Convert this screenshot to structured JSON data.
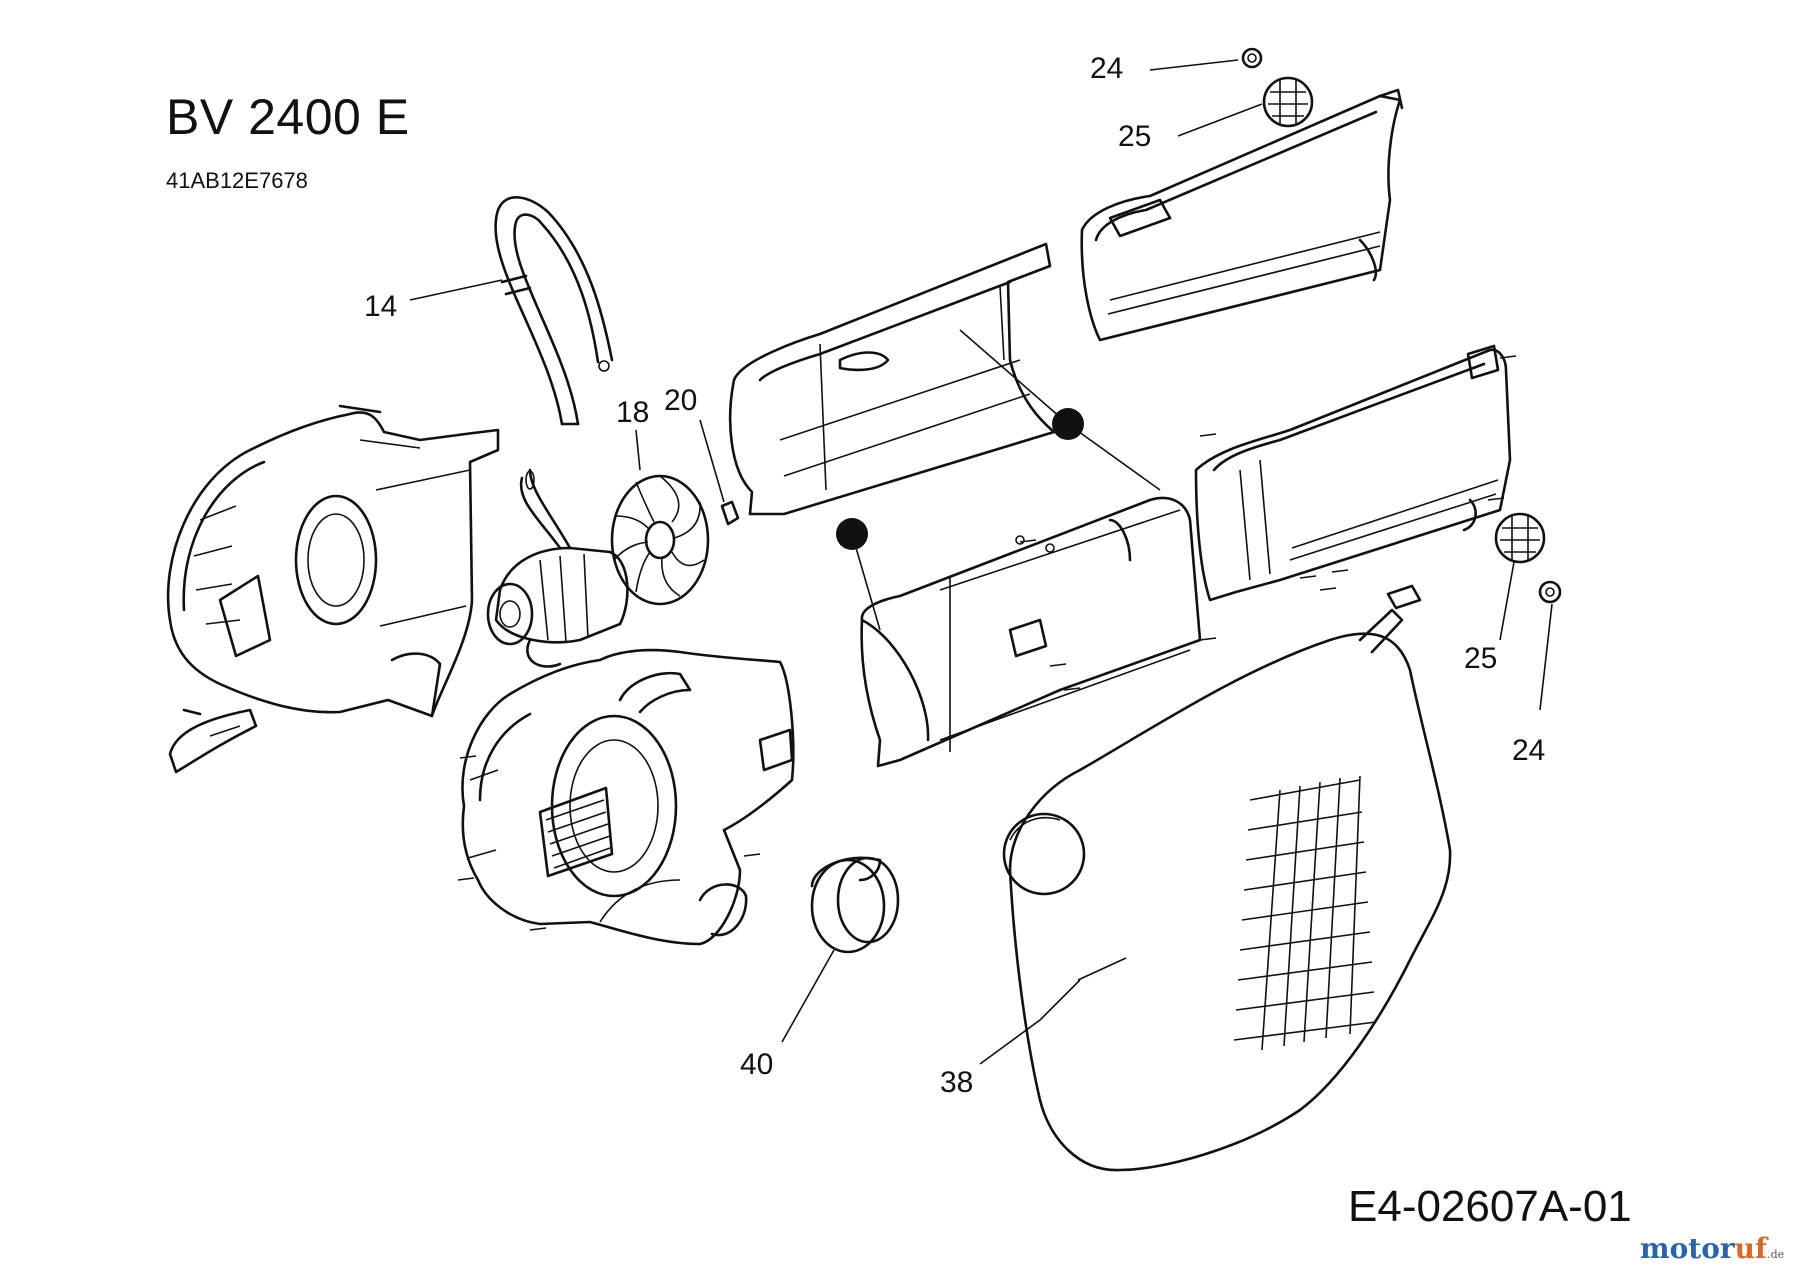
{
  "diagram": {
    "title": "BV 2400 E",
    "model_number": "41AB12E7678",
    "drawing_code": "E4-02607A-01",
    "brand": {
      "part1": "motor",
      "part2": "uf",
      "suffix": ".de"
    }
  },
  "part_labels": [
    {
      "id": "p24a",
      "text": "24"
    },
    {
      "id": "p25a",
      "text": "25"
    },
    {
      "id": "p14",
      "text": "14"
    },
    {
      "id": "p18",
      "text": "18"
    },
    {
      "id": "p20",
      "text": "20"
    },
    {
      "id": "p25b",
      "text": "25"
    },
    {
      "id": "p24b",
      "text": "24"
    },
    {
      "id": "p40",
      "text": "40"
    },
    {
      "id": "p38",
      "text": "38"
    }
  ]
}
